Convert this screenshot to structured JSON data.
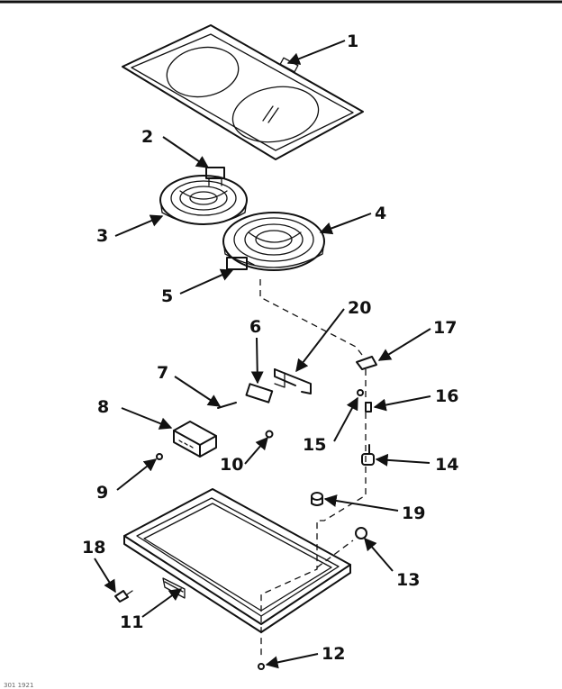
{
  "callouts": [
    "1",
    "2",
    "3",
    "4",
    "5",
    "6",
    "7",
    "8",
    "9",
    "10",
    "11",
    "12",
    "13",
    "14",
    "15",
    "16",
    "17",
    "18",
    "19",
    "20"
  ],
  "footer": {
    "code": "301 1921"
  },
  "parts": {
    "glass_top": "glass-cooktop-icon",
    "small_element": "small-heating-element-icon",
    "large_element": "large-heating-element-icon",
    "frame": "cooktop-frame-icon"
  }
}
